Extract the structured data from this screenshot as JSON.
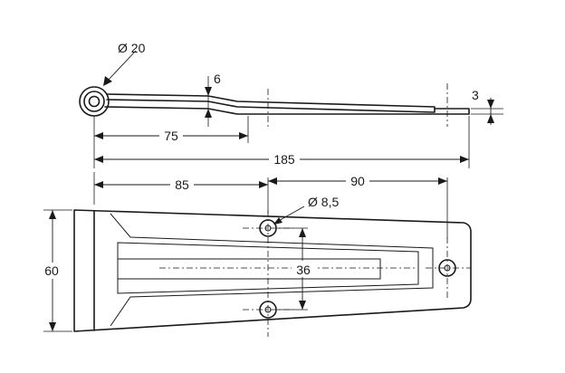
{
  "dimensions": {
    "eye_diameter": "Ø 20",
    "leaf_thickness_step": "6",
    "tail_thickness": "3",
    "offset_length": "75",
    "overall_length": "185",
    "hole_pos_1": "85",
    "hole_pos_2": "90",
    "hole_diameter": "Ø 8,5",
    "width": "60",
    "hole_spacing": "36"
  }
}
